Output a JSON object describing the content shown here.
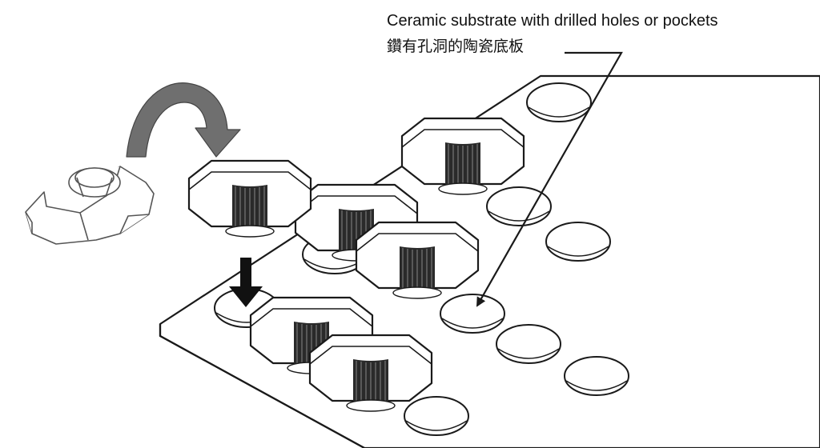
{
  "callout": {
    "english": "Ceramic substrate with drilled holes or pockets",
    "chinese": "鑽有孔洞的陶瓷底板"
  },
  "colors": {
    "line": "#1a1a1a",
    "curved_arrow_fill": "#6f6f6f",
    "down_arrow_fill": "#111111",
    "block_fill": "#ffffff",
    "coil_fill": "#2a2a2a"
  },
  "icons": {
    "curved_arrow": "rotate-flip-arrow-icon",
    "down_arrow": "place-down-arrow-icon",
    "leader": "callout-leader-arrow"
  }
}
